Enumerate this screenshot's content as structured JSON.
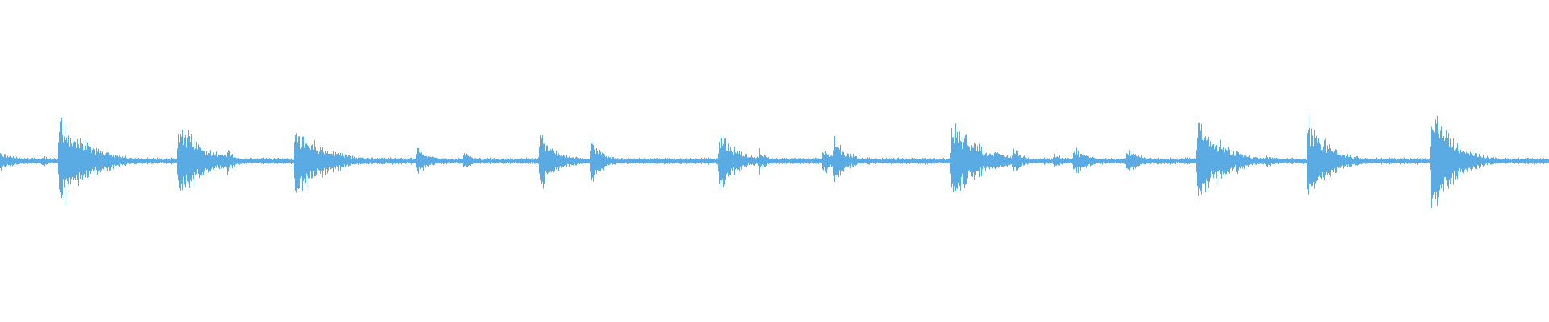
{
  "waveform": {
    "color": "#5aabe3",
    "baseline_amplitude": 0.012,
    "transients": [
      {
        "t": 0.0,
        "amp": 0.04,
        "decay": 0.01
      },
      {
        "t": 0.038,
        "amp": 0.19,
        "decay": 0.018
      },
      {
        "t": 0.077,
        "amp": 0.02,
        "decay": 0.004
      },
      {
        "t": 0.115,
        "amp": 0.155,
        "decay": 0.016
      },
      {
        "t": 0.146,
        "amp": 0.05,
        "decay": 0.006
      },
      {
        "t": 0.19,
        "amp": 0.15,
        "decay": 0.018
      },
      {
        "t": 0.218,
        "amp": 0.045,
        "decay": 0.006
      },
      {
        "t": 0.269,
        "amp": 0.06,
        "decay": 0.008
      },
      {
        "t": 0.299,
        "amp": 0.04,
        "decay": 0.006
      },
      {
        "t": 0.348,
        "amp": 0.11,
        "decay": 0.012
      },
      {
        "t": 0.381,
        "amp": 0.1,
        "decay": 0.008
      },
      {
        "t": 0.464,
        "amp": 0.11,
        "decay": 0.012
      },
      {
        "t": 0.49,
        "amp": 0.045,
        "decay": 0.006
      },
      {
        "t": 0.531,
        "amp": 0.06,
        "decay": 0.008
      },
      {
        "t": 0.538,
        "amp": 0.09,
        "decay": 0.01
      },
      {
        "t": 0.614,
        "amp": 0.16,
        "decay": 0.018
      },
      {
        "t": 0.654,
        "amp": 0.06,
        "decay": 0.006
      },
      {
        "t": 0.68,
        "amp": 0.03,
        "decay": 0.008
      },
      {
        "t": 0.693,
        "amp": 0.055,
        "decay": 0.01
      },
      {
        "t": 0.727,
        "amp": 0.05,
        "decay": 0.01
      },
      {
        "t": 0.773,
        "amp": 0.17,
        "decay": 0.016
      },
      {
        "t": 0.798,
        "amp": 0.05,
        "decay": 0.008
      },
      {
        "t": 0.817,
        "amp": 0.03,
        "decay": 0.008
      },
      {
        "t": 0.844,
        "amp": 0.17,
        "decay": 0.014
      },
      {
        "t": 0.924,
        "amp": 0.22,
        "decay": 0.014
      },
      {
        "t": 0.934,
        "amp": 0.1,
        "decay": 0.014
      }
    ],
    "bumps": [
      {
        "t": 0.028,
        "amp": 0.02
      },
      {
        "t": 0.078,
        "amp": 0.015
      },
      {
        "t": 0.136,
        "amp": 0.012
      },
      {
        "t": 0.254,
        "amp": 0.015
      },
      {
        "t": 0.337,
        "amp": 0.01
      },
      {
        "t": 0.423,
        "amp": 0.012
      },
      {
        "t": 0.575,
        "amp": 0.012
      },
      {
        "t": 0.765,
        "amp": 0.014
      },
      {
        "t": 0.99,
        "amp": 0.012
      }
    ]
  }
}
